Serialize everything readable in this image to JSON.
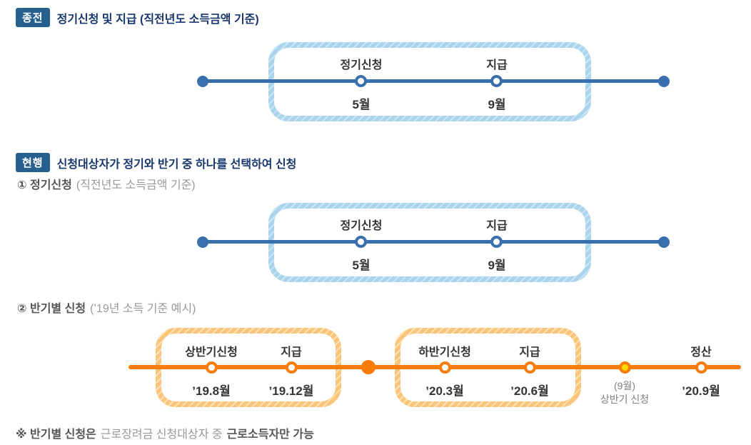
{
  "former": {
    "badge": "종전",
    "title": "정기신청 및 지급 (직전년도 소득금액 기준)",
    "timeline": {
      "nodes": [
        {
          "label": "정기신청",
          "month": "5월"
        },
        {
          "label": "지급",
          "month": "9월"
        }
      ]
    }
  },
  "current": {
    "badge": "현행",
    "title": "신청대상자가 정기와 반기 중 하나를 선택하여 신청",
    "regular": {
      "heading": "① 정기신청",
      "heading_note": "(직전년도 소득금액 기준)",
      "nodes": [
        {
          "label": "정기신청",
          "month": "5월"
        },
        {
          "label": "지급",
          "month": "9월"
        }
      ]
    },
    "half": {
      "heading": "② 반기별 신청",
      "heading_note": "(’19년 소득 기준 예시)",
      "box1_nodes": [
        {
          "label": "상반기신청",
          "month": "’19.8월"
        },
        {
          "label": "지급",
          "month": "’19.12월"
        }
      ],
      "box2_nodes": [
        {
          "label": "하반기신청",
          "month": "’20.3월"
        },
        {
          "label": "지급",
          "month": "’20.6월"
        }
      ],
      "september_note_line1": "(9월)",
      "september_note_line2": "상반기 신청",
      "settlement": {
        "label": "정산",
        "month": "’20.9월"
      }
    }
  },
  "footnote": {
    "prefix": "※ 반기별 신청은",
    "middle": "근로장려금 신청대상자 중",
    "suffix": "근로소득자만 가능"
  },
  "colors": {
    "badge_bg": "#27608f",
    "navy_title": "#17366d",
    "blue_line": "#3a6fad",
    "blue_box_hatch": "#a9d4ec",
    "orange_line": "#f97c08",
    "orange_box_hatch": "#fbc47b",
    "yellow_node_fill": "#ffd800",
    "label_text": "#333333",
    "gray_note": "#808080"
  }
}
